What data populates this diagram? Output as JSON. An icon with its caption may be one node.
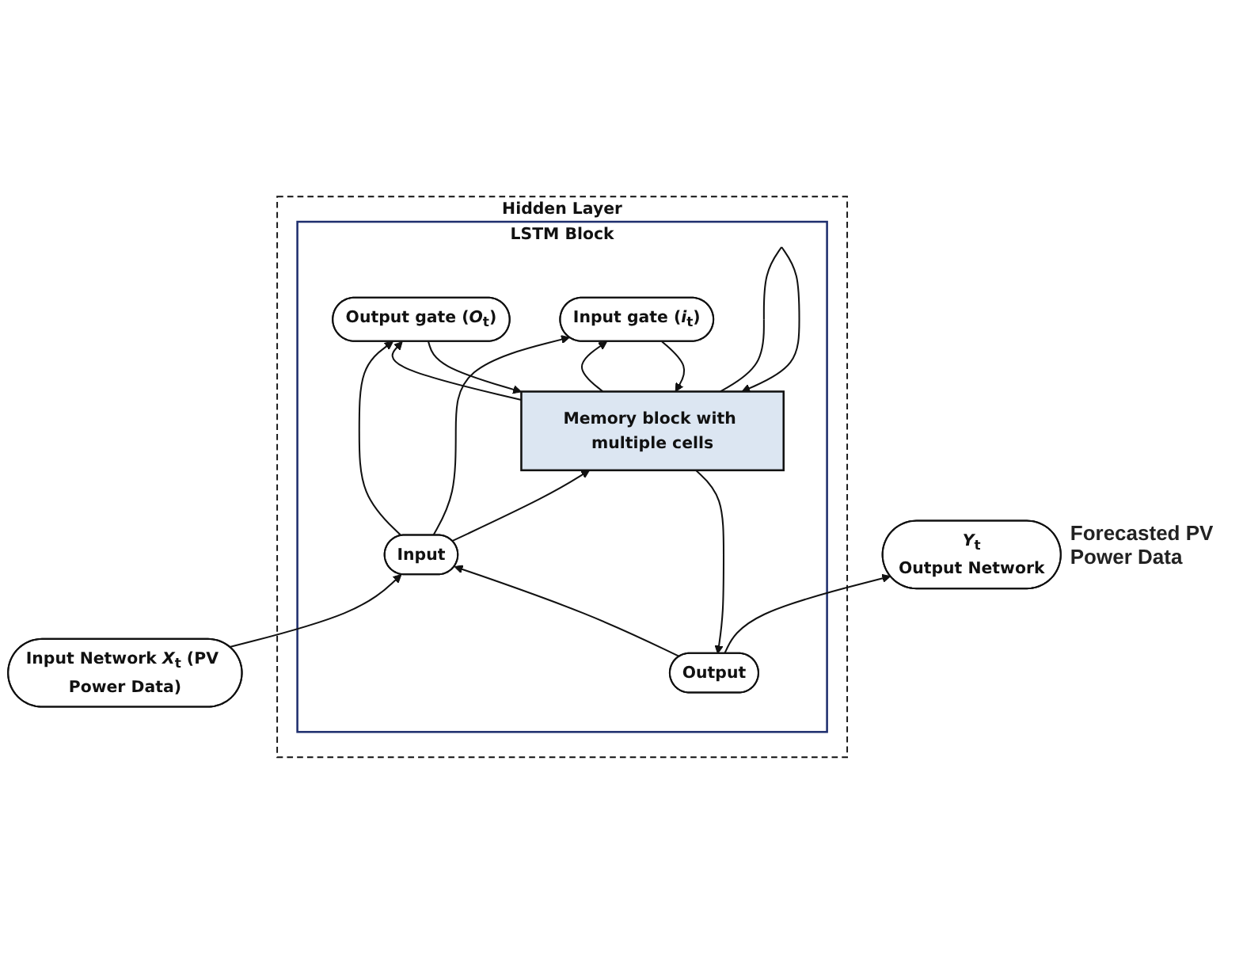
{
  "diagram": {
    "nodes": [
      {
        "text": [
          "*Y*$_{t}$",
          "Output Network"
        ],
        "beside": [
          "Forecasted PV Power Data"
        ]
      },
      {
        "text": [
          "Hidden Layer"
        ]
      },
      {
        "text": [
          "LSTM Block"
        ],
        "in": 1
      },
      {
        "text": [
          "Output"
        ],
        "in": 2
      },
      {
        "text": [
          "Memory block with multiple cells"
        ],
        "in": 2
      },
      {
        "text": [
          "Output gate (*O*$_{t}$)"
        ],
        "in": 2
      },
      {
        "text": [
          "Input gate (*i*$_{t}$)"
        ],
        "in": 2
      },
      {
        "text": [
          "Input"
        ],
        "in": 2
      },
      {
        "text": [
          "Input Network *X*$_{t}$ (PV Power Data)"
        ]
      }
    ],
    "edges": [
      {
        "from": 3,
        "to": 0,
        "arrow": "to"
      },
      {
        "from": 4,
        "to": 3,
        "arrow": "to"
      },
      {
        "from": 5,
        "to": 4,
        "arrow": "to"
      },
      {
        "from": 6,
        "to": 4,
        "arrow": "to"
      },
      {
        "from": 7,
        "to": 4,
        "arrow": "to"
      },
      {
        "from": 7,
        "to": 5,
        "arrow": "to"
      },
      {
        "from": 7,
        "to": 6,
        "arrow": "to"
      },
      {
        "from": 4,
        "to": 5,
        "arrow": "to"
      },
      {
        "from": 4,
        "to": 6,
        "arrow": "to"
      },
      {
        "from": 4,
        "to": 4,
        "arrow": "to"
      },
      {
        "from": 8,
        "to": 7,
        "arrow": "to"
      },
      {
        "from": 3,
        "to": 7,
        "arrow": "to"
      }
    ]
  }
}
